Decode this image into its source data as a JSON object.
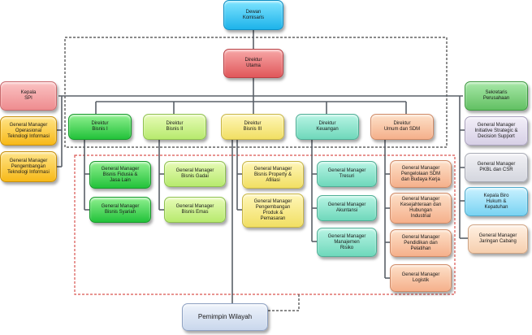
{
  "top": {
    "dewan_komisaris": "Dewan\nKomisaris",
    "direktur_utama": "Direktur\nUtama"
  },
  "left": {
    "kepala_spi": "Kepala\nSPI",
    "gm_operasional_ti": "General Manager\nOperasional\nTeknologi Informasi",
    "gm_pengembangan_ti": "General Manager\nPengembangan\nTeknologi Informasi"
  },
  "directors": [
    "Direktur\nBisnis I",
    "Direktur\nBisnis II",
    "Direktur\nBisnis III",
    "Direktur\nKeuangan",
    "Direktur\nUmum dan SDM"
  ],
  "managers": {
    "bisnis_1": [
      "General Manager\nBisnis Fidusia &\nJasa Lain",
      "General Manager\nBisnis Syariah"
    ],
    "bisnis_2": [
      "General Manager\nBisnis Gadai",
      "General Manager\nBisnis Emas"
    ],
    "bisnis_3": [
      "General Manager\nBisnis Property &\nAfiliasi",
      "General Manager\nPengembangan\nProduk &\nPemasaran"
    ],
    "keuangan": [
      "General Manager\nTresuri",
      "General Manager\nAkuntansi",
      "General Manager\nManajemen\nRisiko"
    ],
    "umum_sdm": [
      "General Manager\nPengelolaan SDM\ndan Budaya Kerja",
      "General Manager\nKesejahteraan dan\nHubungan\nIndustrial",
      "General Manager\nPendidikan dan\nPelatihan",
      "General Manager\nLogistik"
    ]
  },
  "right": {
    "sekretaris": "Sekretaris\nPerusahaan",
    "gm_initiative": "General Manager\nInitiative Strategic &\nDecision Support",
    "gm_pkbl": "General Manager\nPKBL dan CSR",
    "kepala_biro": "Kepala Biro\nHukum &\nKepatuhan",
    "gm_jaringan": "General Manager\nJaringan Cabang"
  },
  "bottom": {
    "pemimpin_wilayah": "Pemimpin Wilayah"
  },
  "colors": {
    "connector": "#5a6068",
    "dashed_black": "#444444",
    "dashed_red": "#d9534f"
  }
}
